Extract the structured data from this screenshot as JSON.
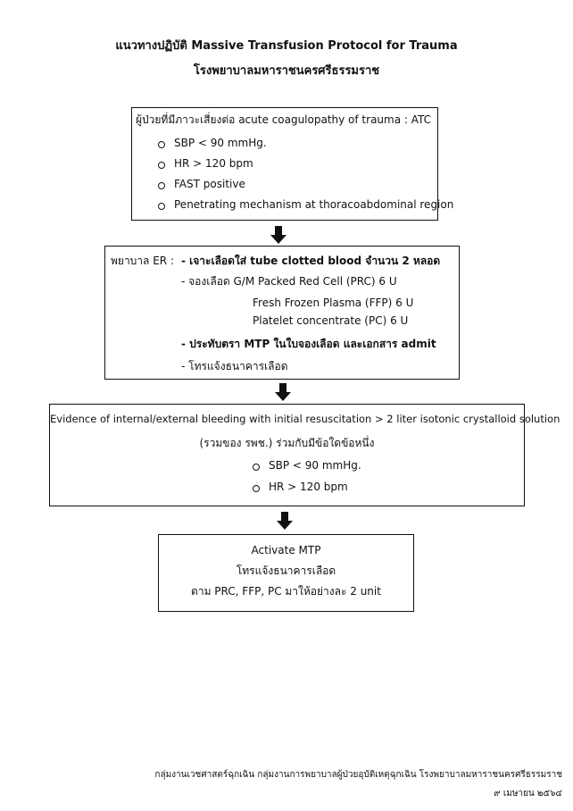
{
  "title": {
    "line1": "แนวทางปฏิบัติ Massive Transfusion Protocol for Trauma",
    "line2": "โรงพยาบาลมหาราชนครศรีธรรมราช"
  },
  "box1": {
    "heading": "ผู้ป่วยที่มีภาวะเสี่ยงต่อ acute coagulopathy of trauma : ATC",
    "items": [
      "SBP < 90 mmHg.",
      "HR > 120 bpm",
      "FAST positive",
      "Penetrating mechanism at thoracoabdominal region"
    ]
  },
  "box2": {
    "role": "พยาบาล ER",
    "colon": ":",
    "line1": "- เจาะเลือดใส่ tube clotted blood จำนวน 2 หลอด",
    "line2": "- จองเลือด G/M Packed Red Cell (PRC) 6 U",
    "line3": "Fresh Frozen Plasma (FFP) 6 U",
    "line4": "Platelet concentrate (PC) 6 U",
    "line5": "- ประทับตรา MTP ในใบจองเลือด และเอกสาร admit",
    "line6": "- โทรแจ้งธนาคารเลือด"
  },
  "box3": {
    "line1": "Evidence of internal/external bleeding with initial resuscitation > 2 liter isotonic crystalloid solution",
    "line2": "(รวมของ รพช.) ร่วมกับมีข้อใดข้อหนึ่ง",
    "items": [
      "SBP < 90 mmHg.",
      "HR > 120 bpm"
    ]
  },
  "box4": {
    "line1": "Activate MTP",
    "line2": "โทรแจ้งธนาคารเลือด",
    "line3": "ตาม PRC, FFP, PC มาให้อย่างละ 2 unit"
  },
  "footer": {
    "line1": "กลุ่มงานเวชศาสตร์ฉุกเฉิน กลุ่มงานการพยาบาลผู้ป่วยอุบัติเหตุฉุกเฉิน โรงพยาบาลมหาราชนครศรีธรรมราช",
    "line2": "๙ เมษายน ๒๕๖๔"
  }
}
